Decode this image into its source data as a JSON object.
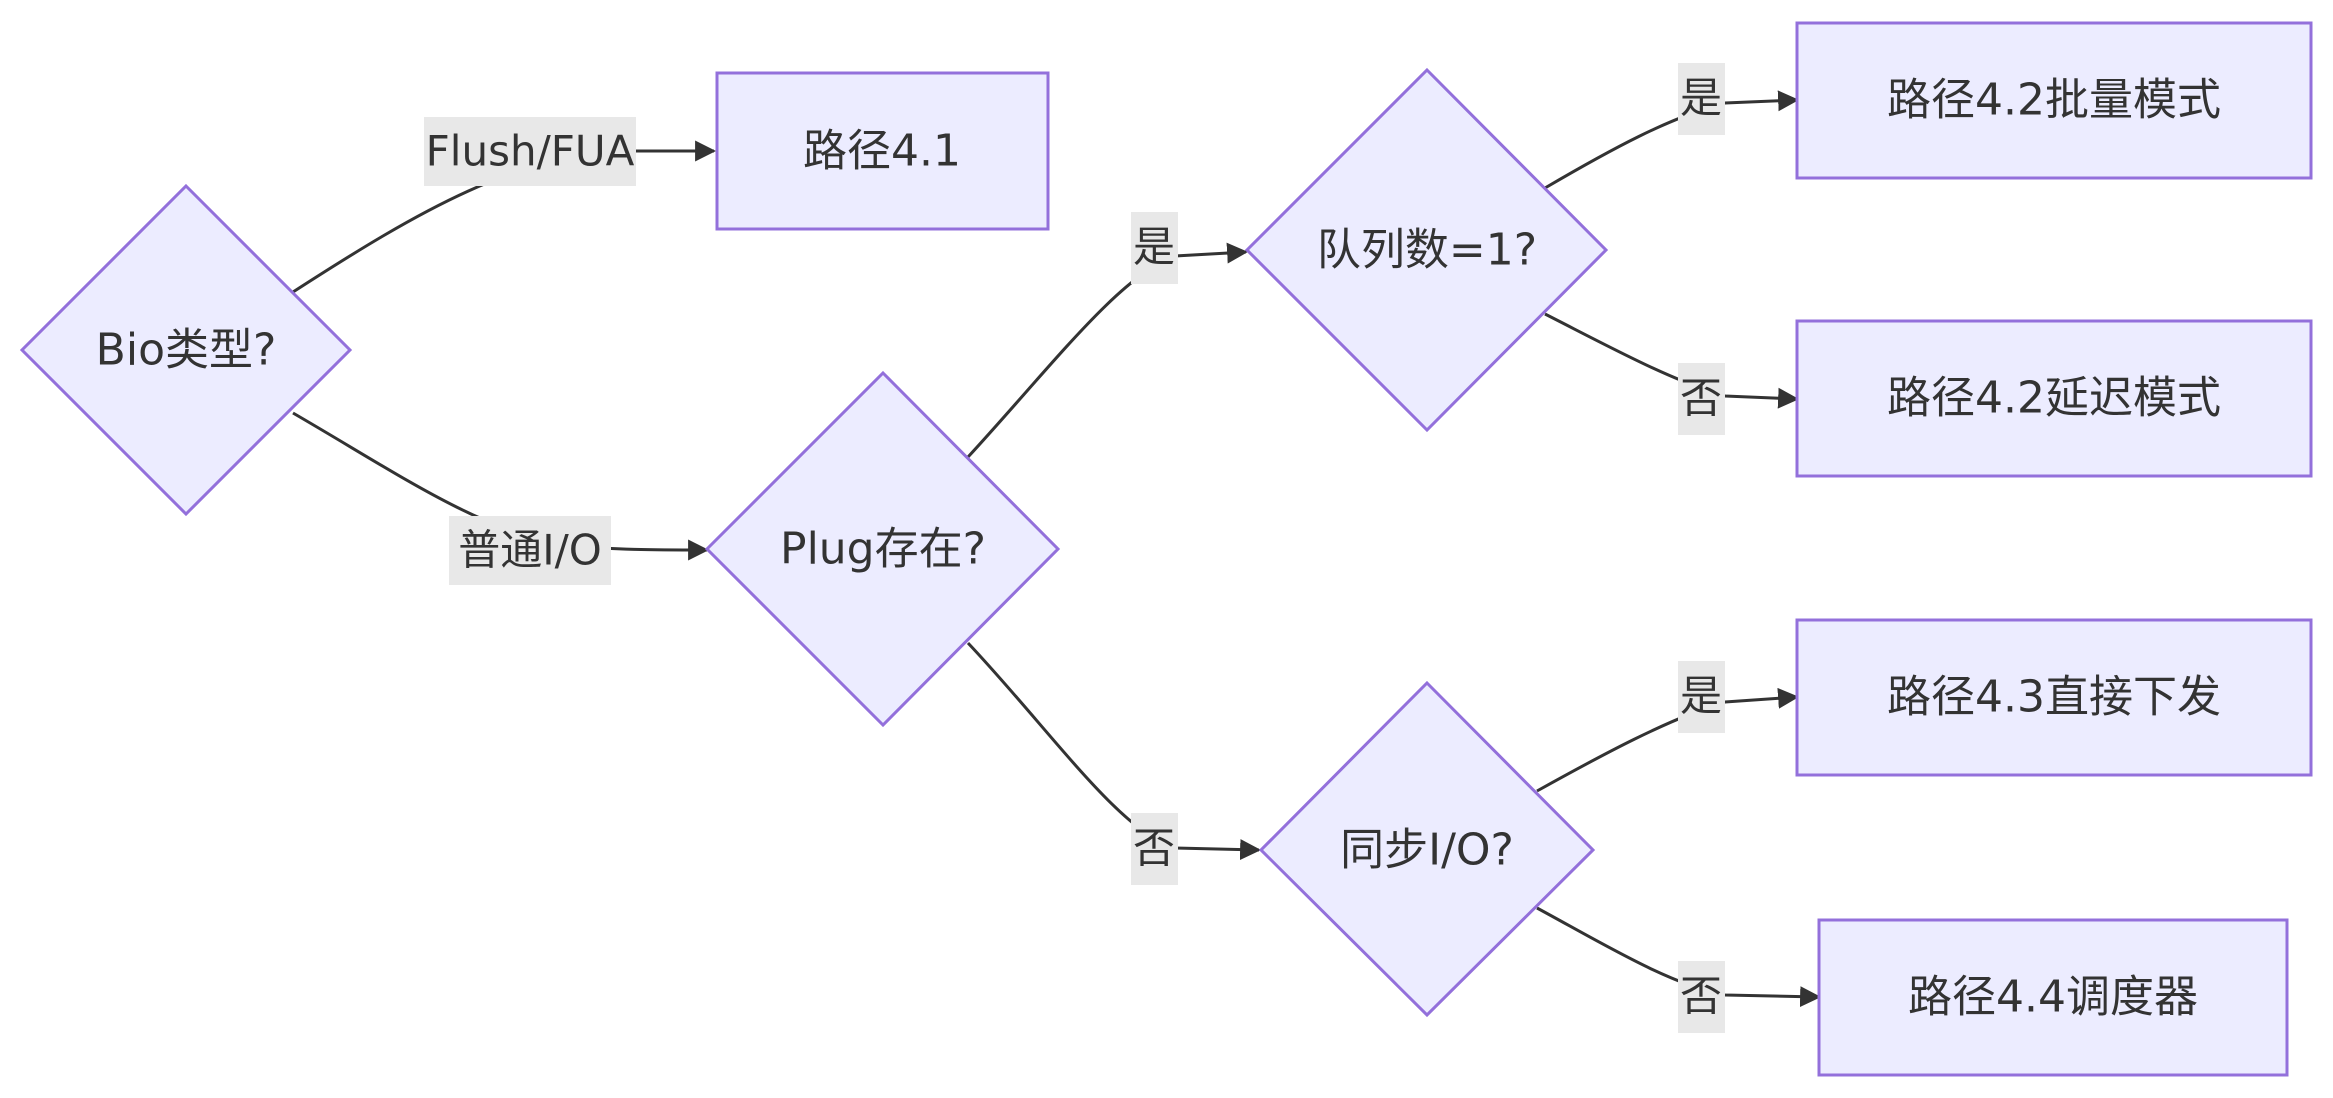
{
  "nodes": {
    "bio_type": {
      "label": "Bio类型?",
      "shape": "diamond"
    },
    "path_4_1": {
      "label": "路径4.1",
      "shape": "rect"
    },
    "plug_exists": {
      "label": "Plug存在?",
      "shape": "diamond"
    },
    "queue_count": {
      "label": "队列数=1?",
      "shape": "diamond"
    },
    "sync_io": {
      "label": "同步I/O?",
      "shape": "diamond"
    },
    "path_4_2_batch": {
      "label": "路径4.2批量模式",
      "shape": "rect"
    },
    "path_4_2_delay": {
      "label": "路径4.2延迟模式",
      "shape": "rect"
    },
    "path_4_3_direct": {
      "label": "路径4.3直接下发",
      "shape": "rect"
    },
    "path_4_4_scheduler": {
      "label": "路径4.4调度器",
      "shape": "rect"
    }
  },
  "edges": {
    "flush_fua": {
      "from": "bio_type",
      "to": "path_4_1",
      "label": "Flush/FUA"
    },
    "normal_io": {
      "from": "bio_type",
      "to": "plug_exists",
      "label": "普通I/O"
    },
    "plug_yes": {
      "from": "plug_exists",
      "to": "queue_count",
      "label": "是"
    },
    "plug_no": {
      "from": "plug_exists",
      "to": "sync_io",
      "label": "否"
    },
    "queue_yes": {
      "from": "queue_count",
      "to": "path_4_2_batch",
      "label": "是"
    },
    "queue_no": {
      "from": "queue_count",
      "to": "path_4_2_delay",
      "label": "否"
    },
    "sync_yes": {
      "from": "sync_io",
      "to": "path_4_3_direct",
      "label": "是"
    },
    "sync_no": {
      "from": "sync_io",
      "to": "path_4_4_scheduler",
      "label": "否"
    }
  },
  "colors": {
    "node_fill": "#ececff",
    "node_stroke": "#9370db",
    "edge": "#333333",
    "label_bg": "#e8e8e8",
    "text": "#333333"
  }
}
